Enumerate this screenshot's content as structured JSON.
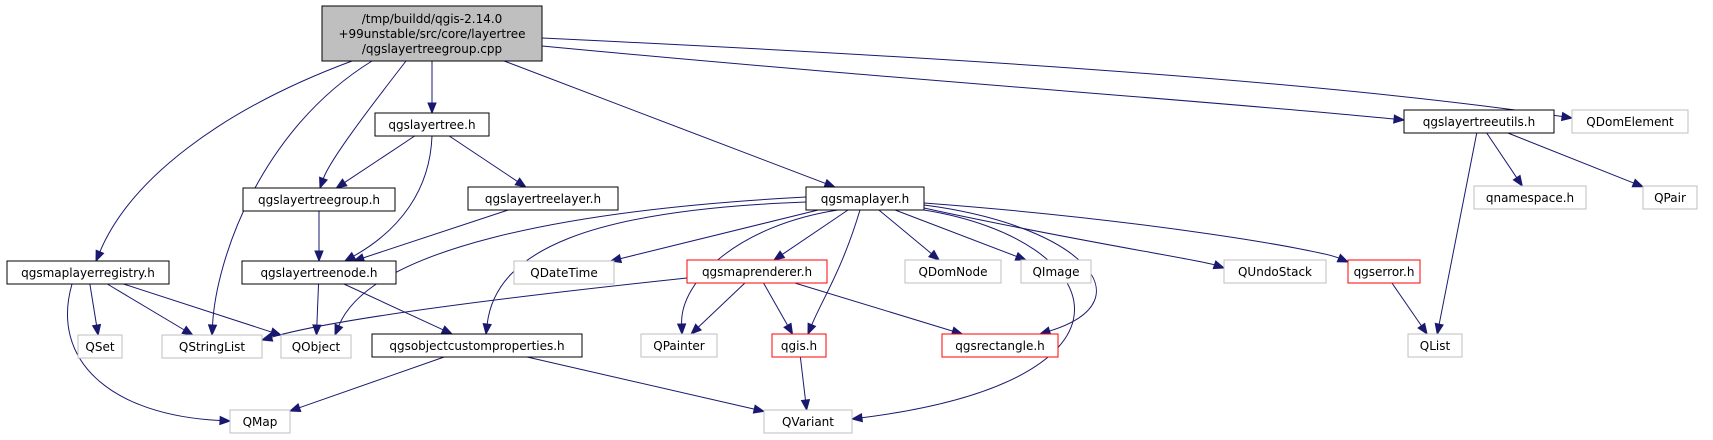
{
  "graph": {
    "colors": {
      "edge": "#191970",
      "root_fill": "#bfbfbf",
      "documented_border": "#000000",
      "incomplete_border": "#ff0000",
      "external_border": "#bfbfbf"
    },
    "nodes": [
      {
        "id": "root",
        "kind": "root",
        "lines": [
          "/tmp/buildd/qgis-2.14.0",
          "+99unstable/src/core/layertree",
          "/qgslayertreegroup.cpp"
        ]
      },
      {
        "id": "qgslayertree",
        "kind": "doc",
        "lines": [
          "qgslayertree.h"
        ]
      },
      {
        "id": "qgslayertreeutils",
        "kind": "doc",
        "lines": [
          "qgslayertreeutils.h"
        ]
      },
      {
        "id": "qdomelement",
        "kind": "ext",
        "lines": [
          "QDomElement"
        ]
      },
      {
        "id": "qgslayertreegroup",
        "kind": "doc",
        "lines": [
          "qgslayertreegroup.h"
        ]
      },
      {
        "id": "qgslayertreelayer",
        "kind": "doc",
        "lines": [
          "qgslayertreelayer.h"
        ]
      },
      {
        "id": "qgsmaplayer",
        "kind": "doc",
        "lines": [
          "qgsmaplayer.h"
        ]
      },
      {
        "id": "qnamespace",
        "kind": "ext",
        "lines": [
          "qnamespace.h"
        ]
      },
      {
        "id": "qpair",
        "kind": "ext",
        "lines": [
          "QPair"
        ]
      },
      {
        "id": "qgsmaplayerregistry",
        "kind": "doc",
        "lines": [
          "qgsmaplayerregistry.h"
        ]
      },
      {
        "id": "qgslayertreenode",
        "kind": "doc",
        "lines": [
          "qgslayertreenode.h"
        ]
      },
      {
        "id": "qdatetime",
        "kind": "ext",
        "lines": [
          "QDateTime"
        ]
      },
      {
        "id": "qgsmaprenderer",
        "kind": "red",
        "lines": [
          "qgsmaprenderer.h"
        ]
      },
      {
        "id": "qdomnode",
        "kind": "ext",
        "lines": [
          "QDomNode"
        ]
      },
      {
        "id": "qimage",
        "kind": "ext",
        "lines": [
          "QImage"
        ]
      },
      {
        "id": "qundostack",
        "kind": "ext",
        "lines": [
          "QUndoStack"
        ]
      },
      {
        "id": "qgserror",
        "kind": "red",
        "lines": [
          "qgserror.h"
        ]
      },
      {
        "id": "qset",
        "kind": "ext",
        "lines": [
          "QSet"
        ]
      },
      {
        "id": "qstringlist",
        "kind": "ext",
        "lines": [
          "QStringList"
        ]
      },
      {
        "id": "qobject",
        "kind": "ext",
        "lines": [
          "QObject"
        ]
      },
      {
        "id": "qgsobjectcustomproperties",
        "kind": "doc",
        "lines": [
          "qgsobjectcustomproperties.h"
        ]
      },
      {
        "id": "qpainter",
        "kind": "ext",
        "lines": [
          "QPainter"
        ]
      },
      {
        "id": "qgis",
        "kind": "red",
        "lines": [
          "qgis.h"
        ]
      },
      {
        "id": "qgsrectangle",
        "kind": "red",
        "lines": [
          "qgsrectangle.h"
        ]
      },
      {
        "id": "qlist",
        "kind": "ext",
        "lines": [
          "QList"
        ]
      },
      {
        "id": "qmap",
        "kind": "ext",
        "lines": [
          "QMap"
        ]
      },
      {
        "id": "qvariant",
        "kind": "ext",
        "lines": [
          "QVariant"
        ]
      }
    ],
    "edges": [
      [
        "root",
        "qgslayertree"
      ],
      [
        "root",
        "qgslayertreeutils"
      ],
      [
        "root",
        "qdomelement"
      ],
      [
        "root",
        "qgslayertreegroup"
      ],
      [
        "root",
        "qgsmaplayer"
      ],
      [
        "root",
        "qgsmaplayerregistry"
      ],
      [
        "root",
        "qstringlist"
      ],
      [
        "qgslayertree",
        "qgslayertreegroup"
      ],
      [
        "qgslayertree",
        "qgslayertreelayer"
      ],
      [
        "qgslayertree",
        "qgslayertreenode"
      ],
      [
        "qgslayertreegroup",
        "qgslayertreenode"
      ],
      [
        "qgslayertreelayer",
        "qgslayertreenode"
      ],
      [
        "qgslayertreeutils",
        "qnamespace"
      ],
      [
        "qgslayertreeutils",
        "qpair"
      ],
      [
        "qgslayertreeutils",
        "qlist"
      ],
      [
        "qgsmaplayer",
        "qobject"
      ],
      [
        "qgsmaplayer",
        "qgsobjectcustomproperties"
      ],
      [
        "qgsmaplayer",
        "qpainter"
      ],
      [
        "qgsmaplayer",
        "qdatetime"
      ],
      [
        "qgsmaplayer",
        "qgsmaprenderer"
      ],
      [
        "qgsmaplayer",
        "qgis"
      ],
      [
        "qgsmaplayer",
        "qdomnode"
      ],
      [
        "qgsmaplayer",
        "qimage"
      ],
      [
        "qgsmaplayer",
        "qgsrectangle"
      ],
      [
        "qgsmaplayer",
        "qundostack"
      ],
      [
        "qgsmaplayer",
        "qgserror"
      ],
      [
        "qgsmaplayer",
        "qvariant"
      ],
      [
        "qgsmaplayerregistry",
        "qset"
      ],
      [
        "qgsmaplayerregistry",
        "qstringlist"
      ],
      [
        "qgsmaplayerregistry",
        "qobject"
      ],
      [
        "qgsmaplayerregistry",
        "qmap"
      ],
      [
        "qgslayertreenode",
        "qobject"
      ],
      [
        "qgslayertreenode",
        "qgsobjectcustomproperties"
      ],
      [
        "qgsmaprenderer",
        "qstringlist"
      ],
      [
        "qgsmaprenderer",
        "qpainter"
      ],
      [
        "qgsmaprenderer",
        "qgis"
      ],
      [
        "qgsmaprenderer",
        "qgsrectangle"
      ],
      [
        "qgserror",
        "qlist"
      ],
      [
        "qgsobjectcustomproperties",
        "qmap"
      ],
      [
        "qgsobjectcustomproperties",
        "qvariant"
      ],
      [
        "qgis",
        "qvariant"
      ]
    ]
  }
}
